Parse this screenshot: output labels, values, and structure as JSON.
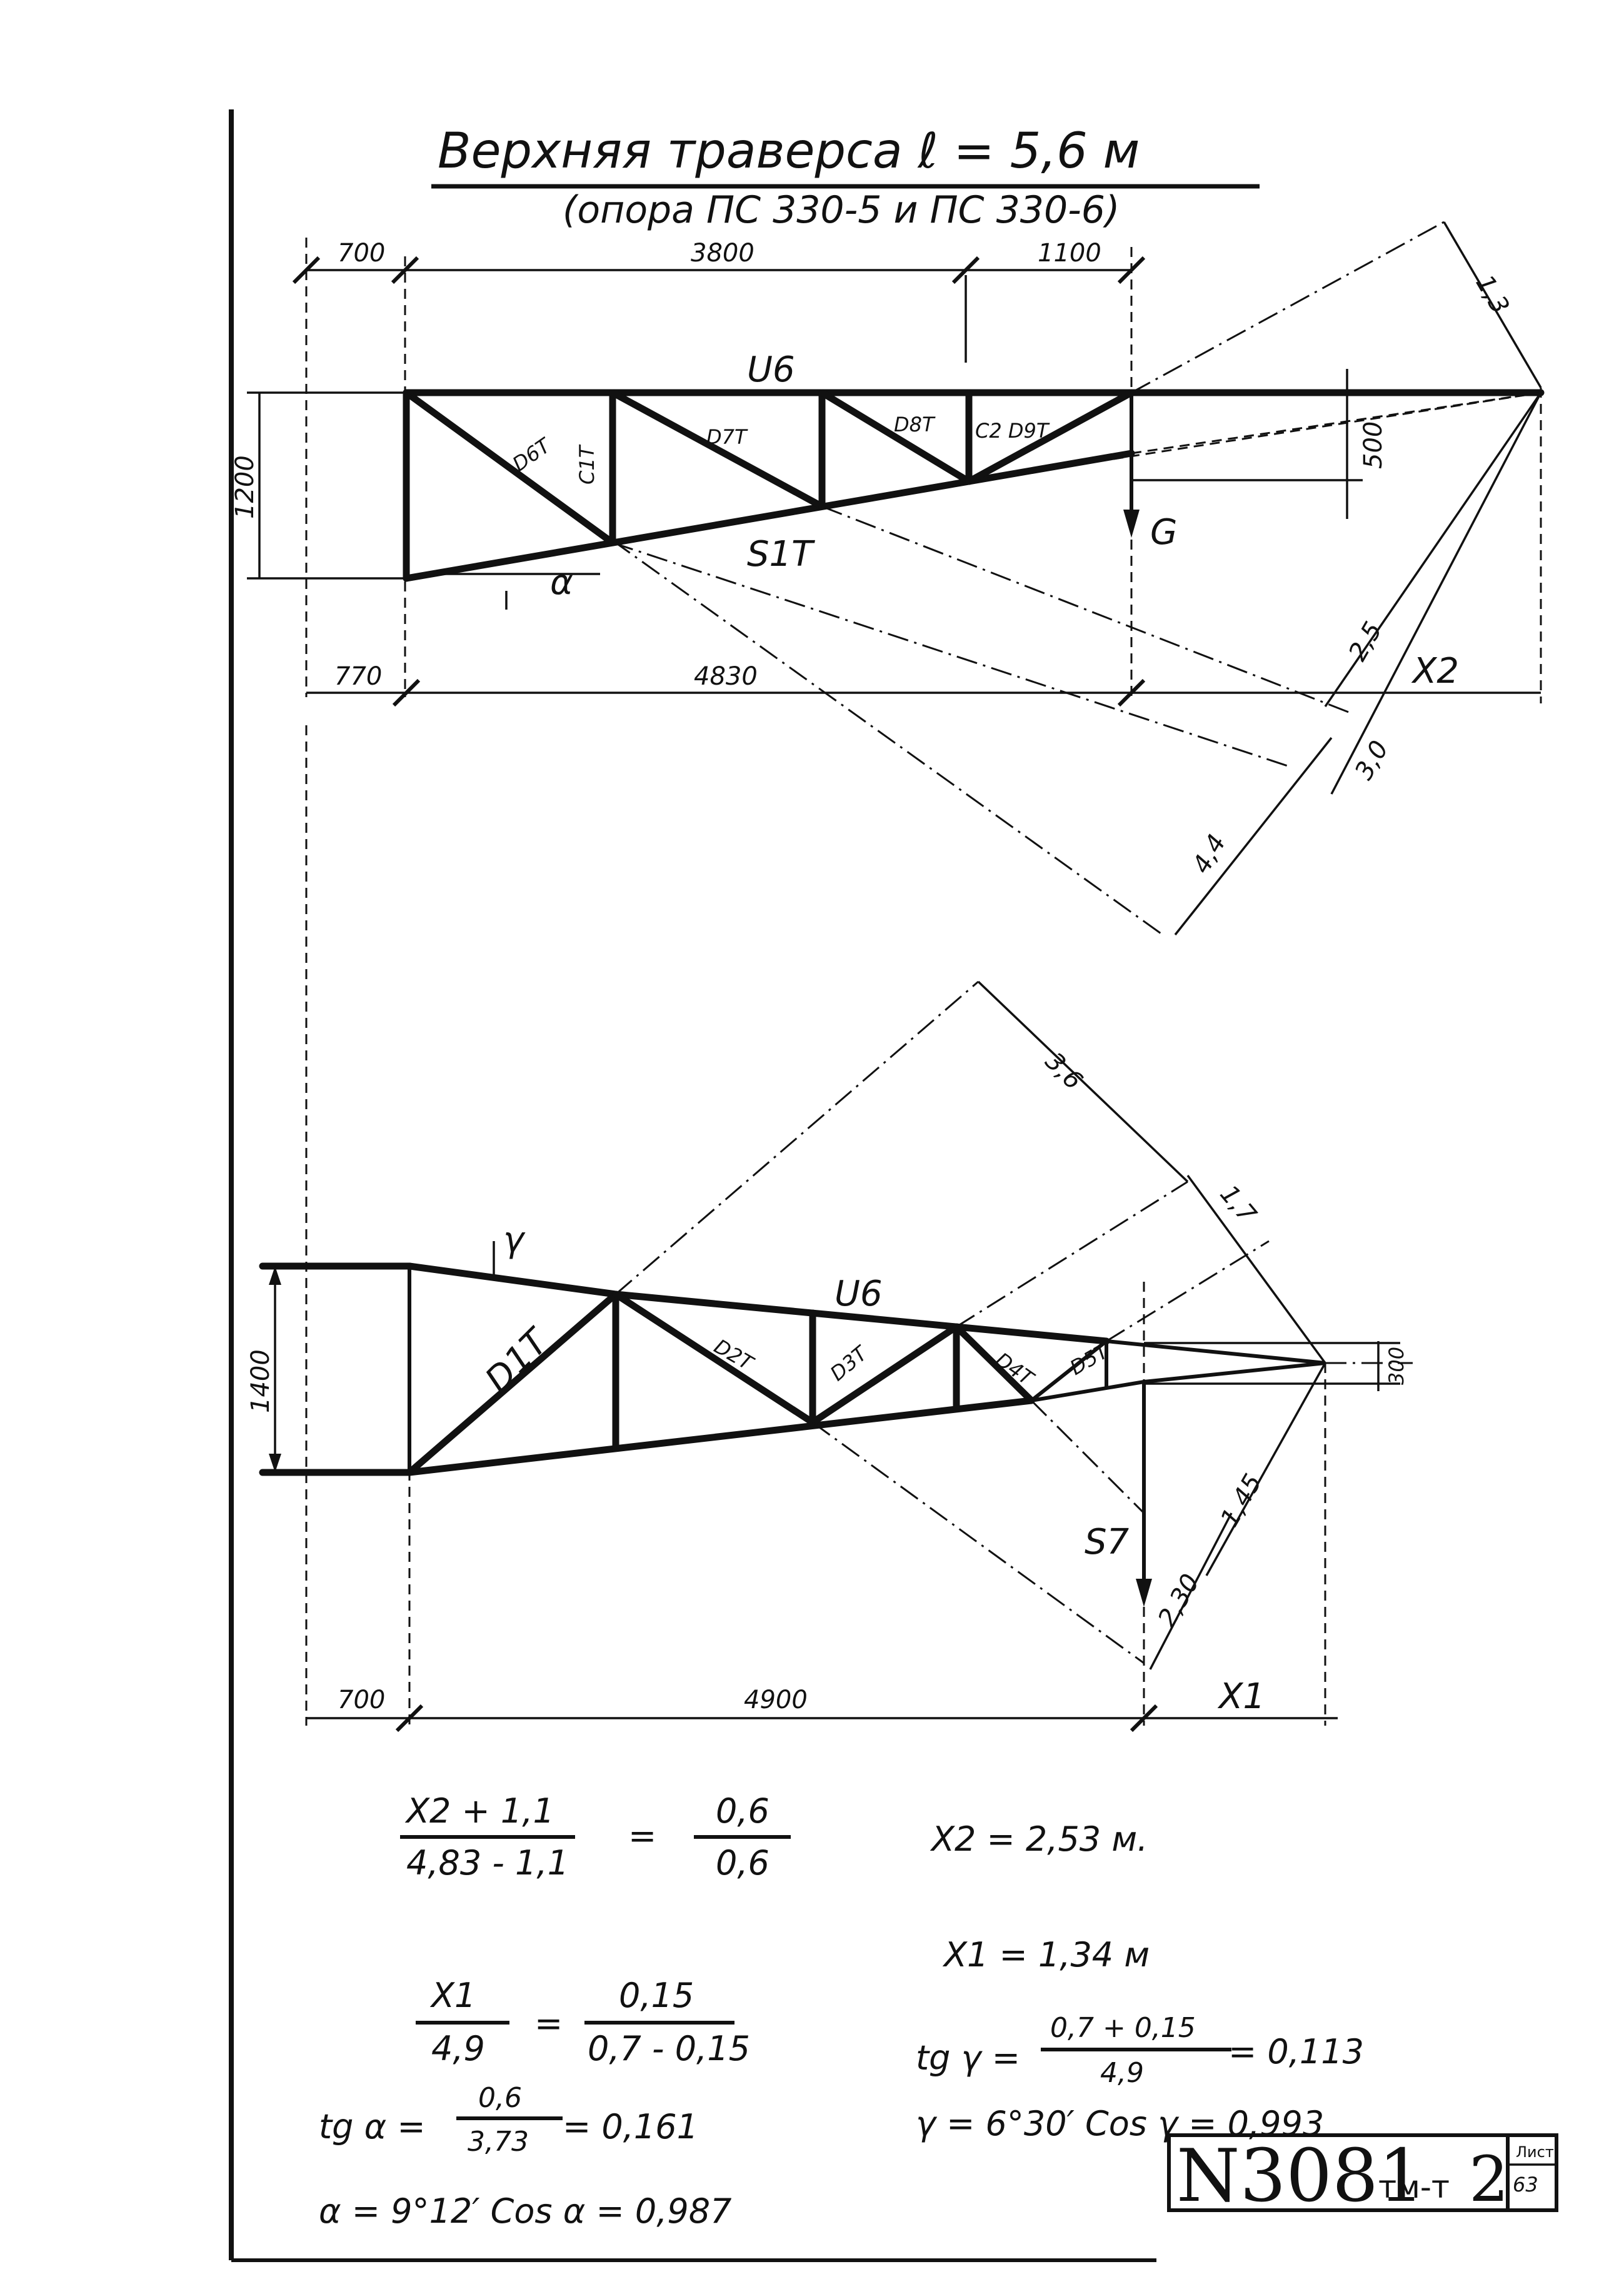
{
  "title": "Верхняя траверса ℓ = 5,6 м",
  "subtitle": "(опора ПС 330-5 и ПС 330-6)",
  "top_view": {
    "dims_top": [
      "700",
      "3800",
      "1100"
    ],
    "dims_bottom": [
      "770",
      "4830"
    ],
    "dim_left": "1200",
    "dim_right": "500",
    "diag_dims": [
      "1,3",
      "2,5",
      "3,0",
      "4,4"
    ],
    "x_label": "X2",
    "chord_top": "U6",
    "chord_bottom": "S1T",
    "members": [
      "D6T",
      "C1T",
      "D7T",
      "D8T",
      "C2 D9T"
    ],
    "load": "G",
    "angle": "α"
  },
  "bottom_view": {
    "dims_bottom": [
      "700",
      "4900"
    ],
    "dim_left": "1400",
    "dim_right": "300",
    "diag_dims": [
      "3,6",
      "1,7",
      "1,45",
      "2,30"
    ],
    "x_label": "X1",
    "chord_top": "U6",
    "members": [
      "D1T",
      "D2T",
      "D3T",
      "D4T",
      "D5T"
    ],
    "load": "S7",
    "angle": "γ"
  },
  "formulas": {
    "f1_left_num": "X2 + 1,1",
    "f1_left_den": "4,83 - 1,1",
    "f1_eq": "=",
    "f1_right_num": "0,6",
    "f1_right_den": "0,6",
    "x2_result": "X2 = 2,53 м.",
    "x1_result": "X1 = 1,34 м",
    "f2_left_num": "X1",
    "f2_left_den": "4,9",
    "f2_eq": "=",
    "f2_right_num": "0,15",
    "f2_right_den": "0,7 - 0,15",
    "tg_gamma_lhs": "tg γ =",
    "tg_gamma_num": "0,7 + 0,15",
    "tg_gamma_den": "4,9",
    "tg_gamma_res": "= 0,113",
    "tg_alpha_lhs": "tg α =",
    "tg_alpha_num": "0,6",
    "tg_alpha_den": "3,73",
    "tg_alpha_res": "= 0,161",
    "gamma_line": "γ = 6°30′     Cos γ = 0,993",
    "alpha_line": "α = 9°12′     Cos α = 0,987"
  },
  "stamp": {
    "number": "N3081",
    "suffix": "тм-т",
    "suffix2": "2",
    "sheet_label": "Лист",
    "sheet_number": "63"
  }
}
